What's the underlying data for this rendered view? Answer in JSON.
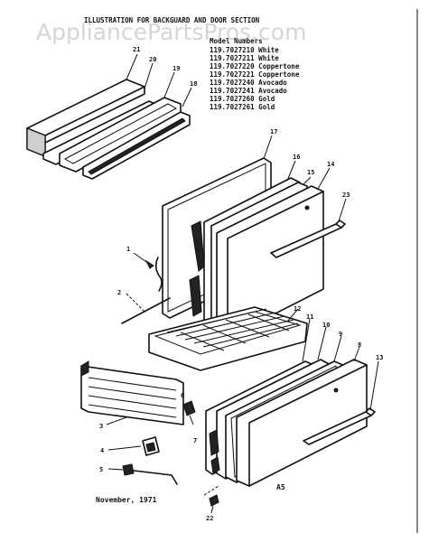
{
  "watermark": "AppliancePartsPros.com",
  "title": "ILLUSTRATION FOR BACKGUARD AND DOOR SECTION",
  "models": {
    "header": "Model Numbers",
    "rows": [
      "119.7027210 White",
      "119.7027211 White",
      "119.7027220 Coppertone",
      "119.7027221 Coppertone",
      "119.7027240 Avocado",
      "119.7027241 Avocado",
      "119.7027260 Gold",
      "119.7027261 Gold"
    ]
  },
  "callouts": {
    "c21": "21",
    "c20": "20",
    "c19": "19",
    "c18": "18",
    "c17": "17",
    "c16": "16",
    "c15": "15",
    "c14": "14",
    "c23": "23",
    "c1": "1",
    "c2": "2",
    "c12": "12",
    "c11": "11",
    "c10": "10",
    "c9": "9",
    "c8": "8",
    "c13": "13",
    "c3": "3",
    "c4": "4",
    "c5": "5",
    "c6": "6",
    "c7": "7",
    "c22": "22"
  },
  "footer": {
    "date": "November, 1971",
    "code": "A5"
  }
}
